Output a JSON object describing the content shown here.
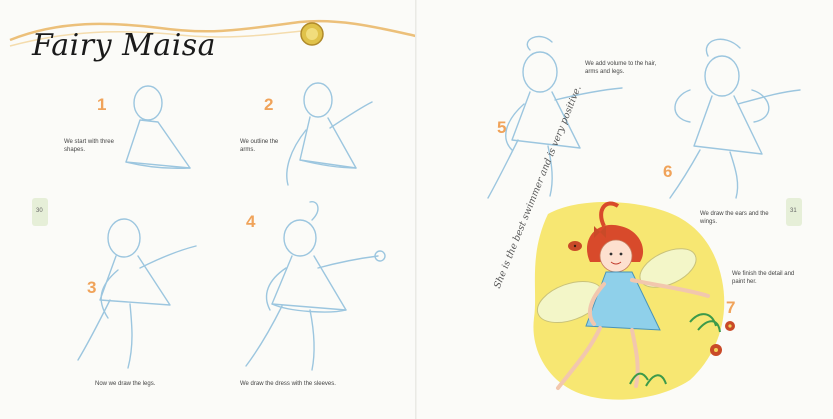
{
  "title": "Fairy Maisa",
  "page_numbers": {
    "left": "30",
    "right": "31"
  },
  "steps": [
    {
      "num": "1",
      "text": "We start with three shapes."
    },
    {
      "num": "2",
      "text": "We outline the arms."
    },
    {
      "num": "3",
      "text": "Now we draw the legs."
    },
    {
      "num": "4",
      "text": "We draw the dress with the sleeves."
    },
    {
      "num": "5",
      "text": "We add volume to the hair, arms and legs."
    },
    {
      "num": "6",
      "text": "We draw the ears and the wings."
    },
    {
      "num": "7",
      "text": "We finish the detail and paint her."
    }
  ],
  "quote": "She is the best swimmer and is very positive.",
  "colors": {
    "title_ink": "#1a1a1a",
    "step_number": "#f0a35a",
    "sketch": "#9cc6df",
    "fairy_hair": "#d84a2b",
    "splash": "#f6e35a"
  }
}
